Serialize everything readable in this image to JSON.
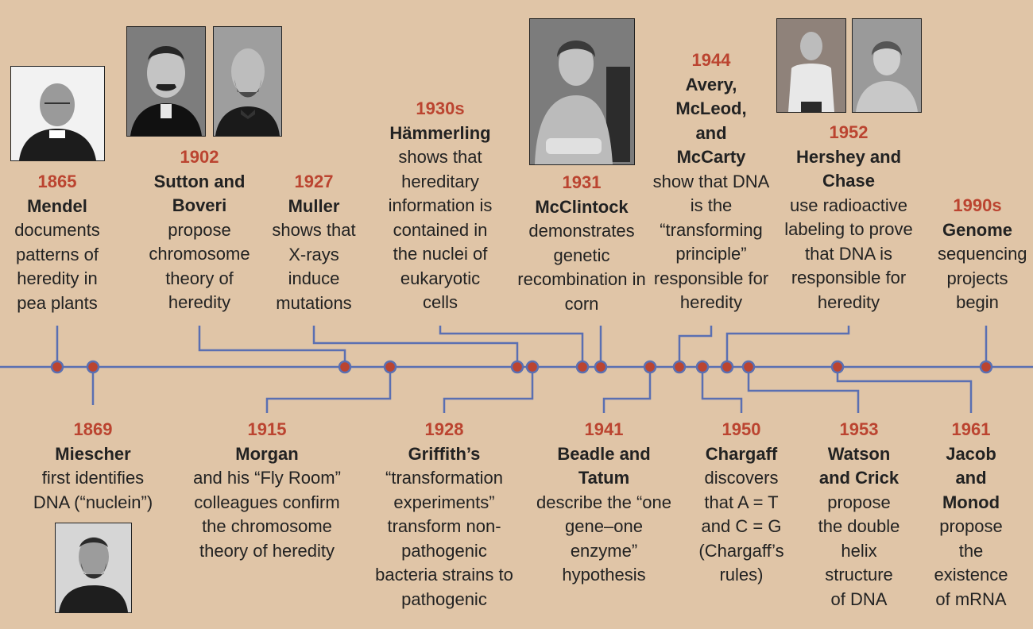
{
  "colors": {
    "background": "#e0c5a7",
    "line": "#5a6fb2",
    "dot": "#bb4430",
    "year": "#bb4430",
    "text": "#222222"
  },
  "events_top": [
    {
      "id": "mendel",
      "year": "1865",
      "name": "Mendel",
      "desc": "documents patterns of heredity in pea plants"
    },
    {
      "id": "sutton-boveri",
      "year": "1902",
      "name": "Sutton and Boveri",
      "desc": "propose chromosome theory of heredity"
    },
    {
      "id": "muller",
      "year": "1927",
      "name": "Muller",
      "desc": "shows that X-rays induce mutations"
    },
    {
      "id": "hammerling",
      "year": "1930s",
      "name": "Hämmerling",
      "desc": "shows that hereditary information is contained in the nuclei of eukaryotic cells"
    },
    {
      "id": "mcclintock",
      "year": "1931",
      "name": "McClintock",
      "desc": "demonstrates genetic recombination in corn"
    },
    {
      "id": "avery",
      "year": "1944",
      "name": "Avery, McLeod, and McCarty",
      "desc": "show that DNA is the “transforming principle” responsible for heredity"
    },
    {
      "id": "hershey-chase",
      "year": "1952",
      "name": "Hershey and Chase",
      "desc": "use radioactive labeling to prove that DNA is responsible for heredity"
    },
    {
      "id": "genome",
      "year": "1990s",
      "name": "Genome",
      "desc": "sequencing projects begin"
    }
  ],
  "events_bottom": [
    {
      "id": "miescher",
      "year": "1869",
      "name": "Miescher",
      "desc": "first identifies DNA (“nuclein”)"
    },
    {
      "id": "morgan",
      "year": "1915",
      "name": "Morgan",
      "desc": "and his “Fly Room” colleagues confirm the chromosome theory of heredity"
    },
    {
      "id": "griffith",
      "year": "1928",
      "name": "Griffith’s",
      "desc": "“transformation experiments” transform non-pathogenic bacteria strains to pathogenic"
    },
    {
      "id": "beadle-tatum",
      "year": "1941",
      "name": "Beadle and Tatum",
      "desc": "describe the “one gene–one enzyme” hypothesis"
    },
    {
      "id": "chargaff",
      "year": "1950",
      "name": "Chargaff",
      "desc": "discovers that A = T and C = G (Chargaff’s rules)"
    },
    {
      "id": "watson-crick",
      "year": "1953",
      "name": "Watson and Crick",
      "desc": "propose the double helix structure of DNA"
    },
    {
      "id": "jacob-monod",
      "year": "1961",
      "name": "Jacob and Monod",
      "desc": "propose the existence of mRNA"
    }
  ]
}
